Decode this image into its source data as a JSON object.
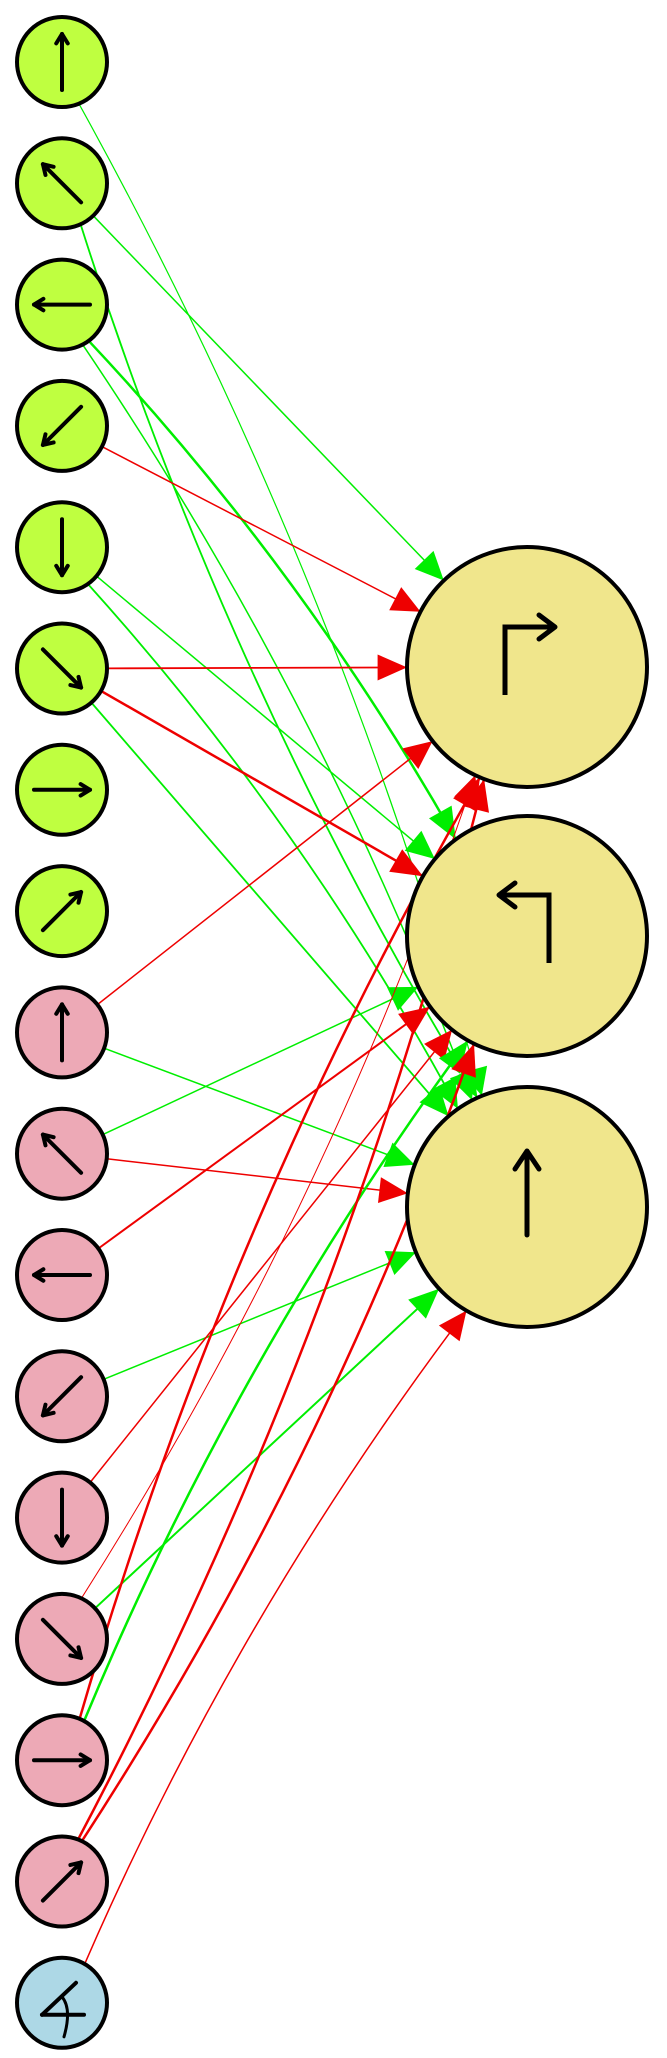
{
  "colors": {
    "background": "#ffffff",
    "positive_edge": "#00ee00",
    "negative_edge": "#ee0000",
    "input_group_a": "#bfff40",
    "input_group_b": "#eda9b6",
    "input_bias": "#add8e6",
    "output_node": "#f0e68c",
    "stroke": "#000000"
  },
  "inputs": [
    {
      "id": "a-up",
      "group": "a",
      "icon": "arrow-up"
    },
    {
      "id": "a-up-left",
      "group": "a",
      "icon": "arrow-up-left"
    },
    {
      "id": "a-left",
      "group": "a",
      "icon": "arrow-left"
    },
    {
      "id": "a-down-left",
      "group": "a",
      "icon": "arrow-down-left"
    },
    {
      "id": "a-down",
      "group": "a",
      "icon": "arrow-down"
    },
    {
      "id": "a-down-right",
      "group": "a",
      "icon": "arrow-down-right"
    },
    {
      "id": "a-right",
      "group": "a",
      "icon": "arrow-right"
    },
    {
      "id": "a-up-right",
      "group": "a",
      "icon": "arrow-up-right"
    },
    {
      "id": "b-up",
      "group": "b",
      "icon": "arrow-up"
    },
    {
      "id": "b-up-left",
      "group": "b",
      "icon": "arrow-up-left"
    },
    {
      "id": "b-left",
      "group": "b",
      "icon": "arrow-left"
    },
    {
      "id": "b-down-left",
      "group": "b",
      "icon": "arrow-down-left"
    },
    {
      "id": "b-down",
      "group": "b",
      "icon": "arrow-down"
    },
    {
      "id": "b-down-right",
      "group": "b",
      "icon": "arrow-down-right"
    },
    {
      "id": "b-right",
      "group": "b",
      "icon": "arrow-right"
    },
    {
      "id": "b-up-right",
      "group": "b",
      "icon": "arrow-up-right"
    },
    {
      "id": "bias",
      "group": "bias",
      "icon": "angle-icon"
    }
  ],
  "outputs": [
    {
      "id": "turn-right",
      "icon": "turn-right-arrow"
    },
    {
      "id": "turn-left",
      "icon": "turn-left-arrow"
    },
    {
      "id": "straight",
      "icon": "straight-arrow"
    }
  ],
  "edges": [
    {
      "from": 0,
      "to": 2,
      "sign": "positive",
      "weight": 1.2
    },
    {
      "from": 1,
      "to": 0,
      "sign": "positive",
      "weight": 1.5
    },
    {
      "from": 1,
      "to": 2,
      "sign": "positive",
      "weight": 1.8
    },
    {
      "from": 2,
      "to": 1,
      "sign": "positive",
      "weight": 2.5
    },
    {
      "from": 2,
      "to": 2,
      "sign": "positive",
      "weight": 1.5
    },
    {
      "from": 3,
      "to": 0,
      "sign": "negative",
      "weight": 1.5
    },
    {
      "from": 4,
      "to": 1,
      "sign": "positive",
      "weight": 1.5
    },
    {
      "from": 4,
      "to": 2,
      "sign": "positive",
      "weight": 1.8
    },
    {
      "from": 5,
      "to": 0,
      "sign": "negative",
      "weight": 1.8
    },
    {
      "from": 5,
      "to": 1,
      "sign": "negative",
      "weight": 2.5
    },
    {
      "from": 5,
      "to": 2,
      "sign": "positive",
      "weight": 1.8
    },
    {
      "from": 8,
      "to": 0,
      "sign": "negative",
      "weight": 1.5
    },
    {
      "from": 8,
      "to": 2,
      "sign": "positive",
      "weight": 1.5
    },
    {
      "from": 9,
      "to": 1,
      "sign": "positive",
      "weight": 1.5
    },
    {
      "from": 9,
      "to": 2,
      "sign": "negative",
      "weight": 1.5
    },
    {
      "from": 10,
      "to": 1,
      "sign": "negative",
      "weight": 2
    },
    {
      "from": 11,
      "to": 2,
      "sign": "positive",
      "weight": 1.5
    },
    {
      "from": 12,
      "to": 1,
      "sign": "negative",
      "weight": 1.5
    },
    {
      "from": 13,
      "to": 0,
      "sign": "negative",
      "weight": 1
    },
    {
      "from": 13,
      "to": 2,
      "sign": "positive",
      "weight": 2
    },
    {
      "from": 14,
      "to": 0,
      "sign": "negative",
      "weight": 2.5
    },
    {
      "from": 14,
      "to": 1,
      "sign": "positive",
      "weight": 2.5
    },
    {
      "from": 15,
      "to": 0,
      "sign": "negative",
      "weight": 2.5
    },
    {
      "from": 15,
      "to": 1,
      "sign": "negative",
      "weight": 2.5
    },
    {
      "from": 16,
      "to": 2,
      "sign": "negative",
      "weight": 1.5
    }
  ]
}
